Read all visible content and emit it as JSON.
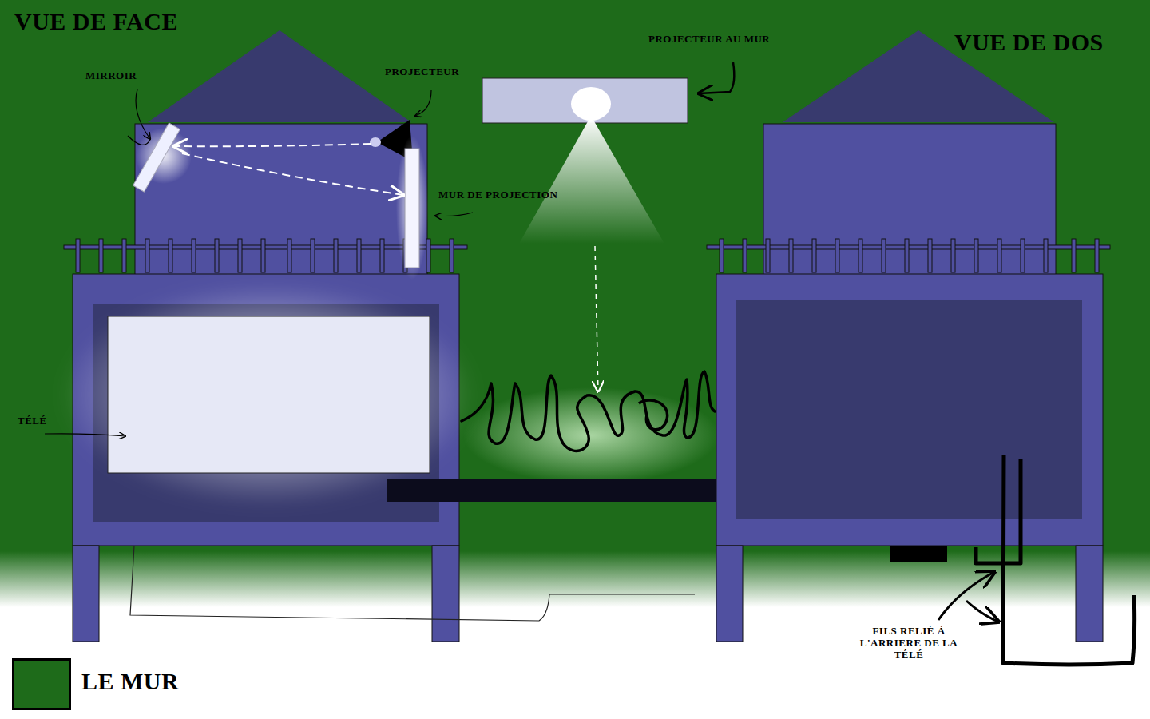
{
  "diagram": {
    "labels": [
      "VUE DE FACE",
      "MIRROIR",
      "PROJECTEUR",
      "PROJECTEUR AU MUR",
      "VUE DE DOS",
      "MUR DE PROJECTION",
      "TÉLÉ",
      "FILS RELIÉ À L'ARRIERE DE LA TÉLÉ"
    ],
    "legend": [
      {
        "text": "LE MUR",
        "color": "#1e6b1a"
      }
    ]
  }
}
